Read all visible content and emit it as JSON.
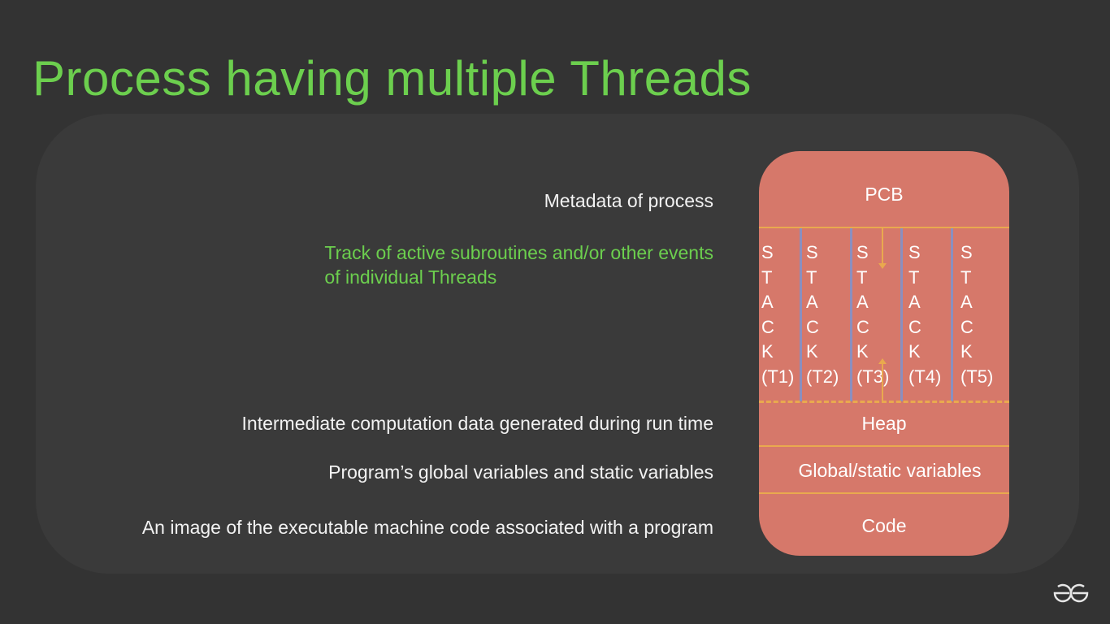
{
  "title": "Process having multiple Threads",
  "descriptions": {
    "pcb": "Metadata of process",
    "stack_line1": "Track of active subroutines and/or other events",
    "stack_line2": "of individual Threads",
    "heap": "Intermediate computation data generated during run time",
    "global": "Program’s global variables and static variables",
    "code": "An image of the executable machine code associated with a program"
  },
  "memory": {
    "pcb": "PCB",
    "stacks": [
      {
        "letters": "S\nT\nA\nC\nK",
        "thread": "(T1)"
      },
      {
        "letters": "S\nT\nA\nC\nK",
        "thread": "(T2)"
      },
      {
        "letters": "S\nT\nA\nC\nK",
        "thread": "(T3)"
      },
      {
        "letters": "S\nT\nA\nC\nK",
        "thread": "(T4)"
      },
      {
        "letters": "S\nT\nA\nC\nK",
        "thread": "(T5)"
      }
    ],
    "heap": "Heap",
    "global": "Global/static variables",
    "code": "Code"
  },
  "colors": {
    "title": "#6ccf4e",
    "memory_block": "#d6786a",
    "divider": "#e9a94e",
    "stack_separator": "#8a8fbf"
  },
  "logo_icon": "gfg-logo-icon"
}
